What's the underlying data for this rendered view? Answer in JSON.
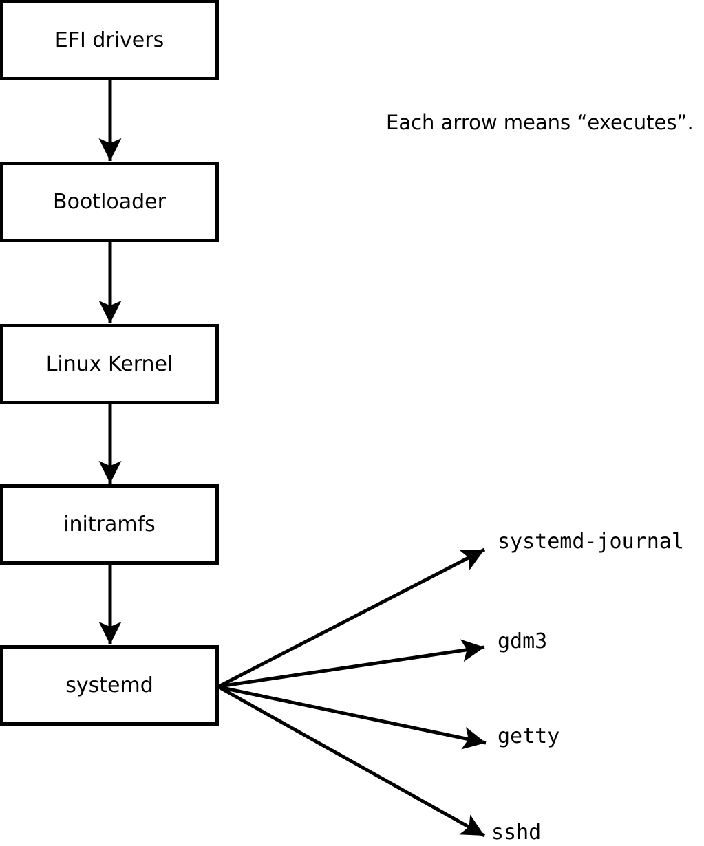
{
  "diagram": {
    "caption": "Each arrow means “executes”.",
    "arrow_meaning": "executes",
    "chain": [
      {
        "label": "EFI drivers"
      },
      {
        "label": "Bootloader"
      },
      {
        "label": "Linux Kernel"
      },
      {
        "label": "initramfs"
      },
      {
        "label": "systemd"
      }
    ],
    "spawned_processes": [
      {
        "label": "systemd-journal"
      },
      {
        "label": "gdm3"
      },
      {
        "label": "getty"
      },
      {
        "label": "sshd"
      }
    ],
    "colors": {
      "line": "#000000",
      "box_fill": "#ffffff",
      "text": "#000000",
      "background": "#ffffff"
    }
  }
}
